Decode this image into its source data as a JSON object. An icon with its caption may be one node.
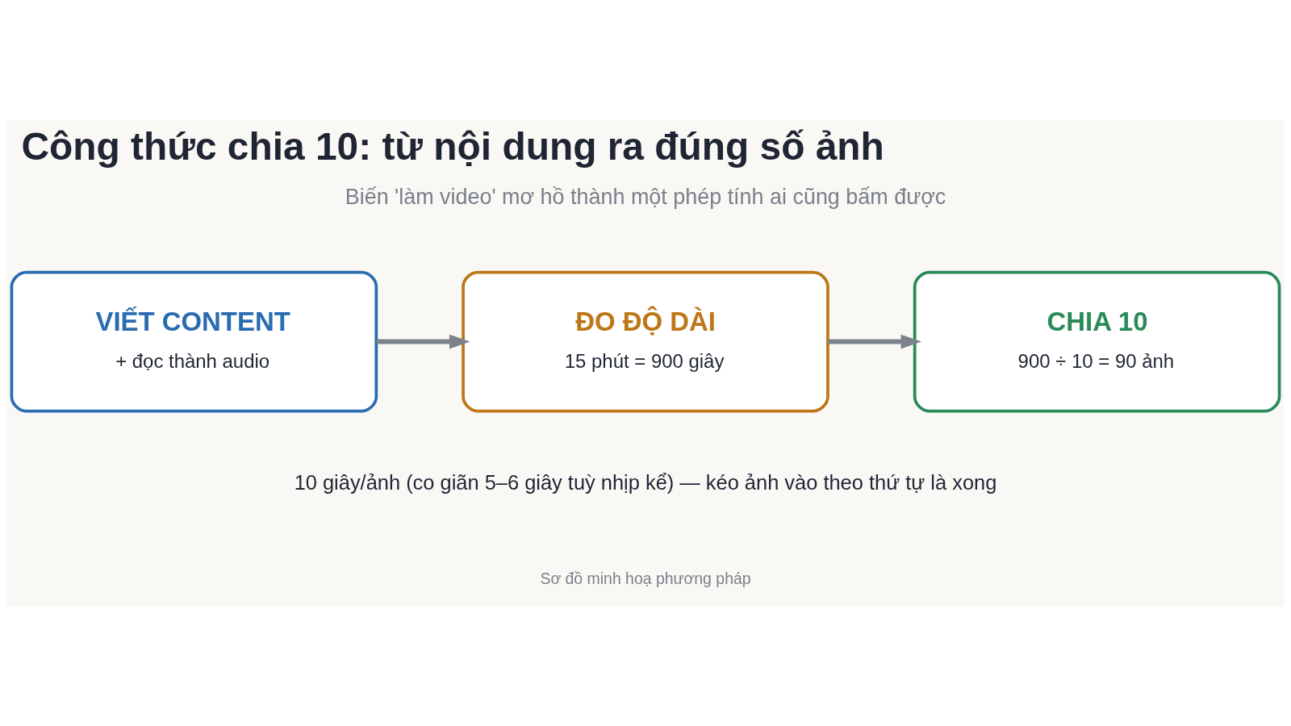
{
  "diagram": {
    "title": "Công thức chia 10: từ nội dung ra đúng số ảnh",
    "nodes": [
      {
        "text": [
          "VIẾT CONTENT",
          "+ đọc thành audio"
        ]
      },
      {
        "text": [
          "ĐO ĐỘ DÀI",
          "15 phút = 900 giây"
        ]
      },
      {
        "text": [
          "CHIA 10",
          "900 ÷ 10 = 90 ảnh"
        ]
      }
    ],
    "edges": [
      {
        "from": 0,
        "to": 1,
        "arrow": "to"
      },
      {
        "from": 1,
        "to": 2,
        "arrow": "to"
      }
    ],
    "labels": [
      "Biến 'làm video' mơ hồ thành một phép tính ai cũng bấm được",
      "10 giây/ảnh (co giãn 5–6 giây tuỳ nhịp kể) — kéo ảnh vào theo thứ tự là xong",
      "Sơ đồ minh hoạ phương pháp"
    ]
  }
}
